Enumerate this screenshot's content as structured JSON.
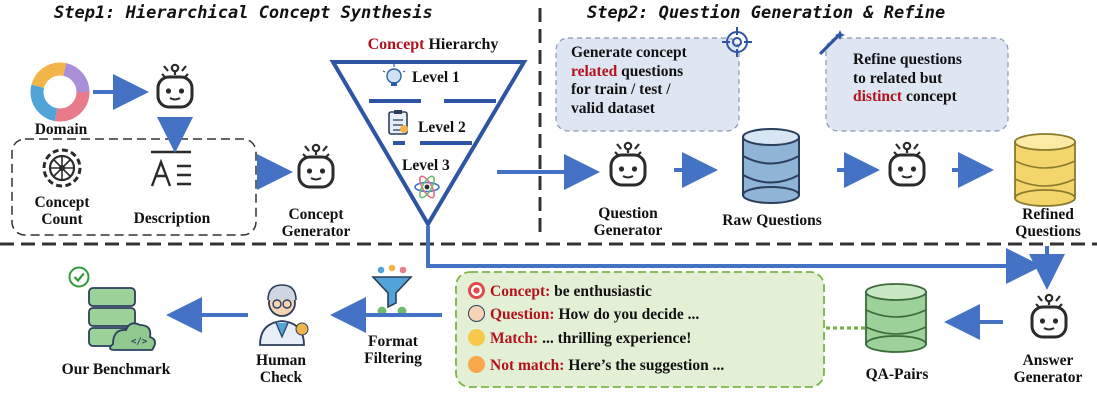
{
  "steps": {
    "step1": "Step1: Hierarchical Concept Synthesis",
    "step2": "Step2: Question Generation & Refine"
  },
  "nodes": {
    "domain": "Domain",
    "concept_count": [
      "Concept",
      "Count"
    ],
    "description": "Description",
    "concept_generator": [
      "Concept",
      "Generator"
    ],
    "question_generator": [
      "Question",
      "Generator"
    ],
    "raw_questions": "Raw Questions",
    "refined_questions": [
      "Refined",
      "Questions"
    ],
    "answer_generator": [
      "Answer",
      "Generator"
    ],
    "qa_pairs": "QA-Pairs",
    "format_filtering": [
      "Format",
      "Filtering"
    ],
    "human_check": [
      "Human",
      "Check"
    ],
    "our_benchmark": "Our Benchmark"
  },
  "hierarchy": {
    "title_red": "Concept",
    "title_rest": " Hierarchy",
    "levels": [
      "Level 1",
      "Level 2",
      "Level 3"
    ]
  },
  "generate_box": {
    "l1": "Generate concept",
    "l2_red": "related",
    "l2_rest": " questions",
    "l3": "for train / test /",
    "l4": "valid dataset"
  },
  "refine_box": {
    "l1": "Refine questions",
    "l2": "to related but",
    "l3_red": "distinct",
    "l3_rest": " concept"
  },
  "qa_example": {
    "concept_label": "Concept:",
    "concept_text": " be enthusiastic",
    "question_label": "Question:",
    "question_text": " How do you decide ...",
    "match_label": "Match:",
    "match_text": " ... thrilling experience!",
    "notmatch_label": "Not match:",
    "notmatch_text": " Here’s the suggestion ..."
  },
  "colors": {
    "arrow": "#4472c4",
    "accent_red": "#b3121c",
    "box_blue": "#dfe6f3",
    "qa_green_bg": "#e4f0d6",
    "qa_green_border": "#7cb24a"
  },
  "icons": [
    "robot-icon",
    "donut-chart-icon",
    "gear-icon",
    "text-format-icon",
    "database-icon",
    "filter-funnel-icon",
    "scientist-icon",
    "server-cloud-icon",
    "target-icon",
    "magic-wand-icon",
    "lightbulb-icon",
    "atom-icon",
    "checkmark-icon"
  ]
}
